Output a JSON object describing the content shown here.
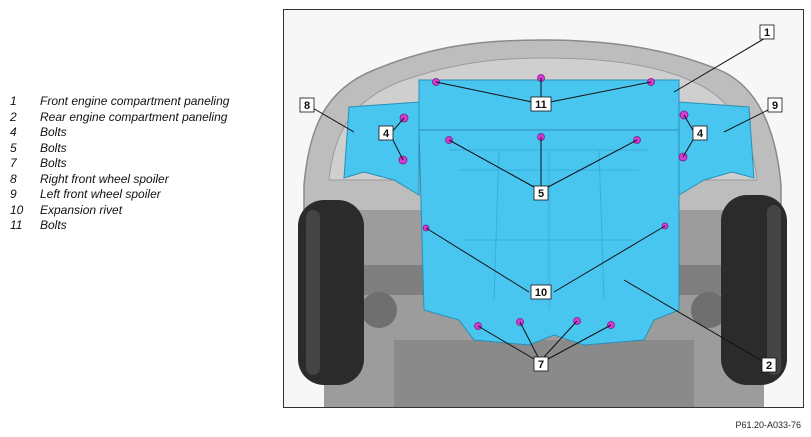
{
  "legend": [
    {
      "num": "1",
      "text": "Front engine compartment paneling"
    },
    {
      "num": "2",
      "text": "Rear engine compartment paneling"
    },
    {
      "num": "4",
      "text": "Bolts"
    },
    {
      "num": "5",
      "text": "Bolts"
    },
    {
      "num": "7",
      "text": "Bolts"
    },
    {
      "num": "8",
      "text": "Right front wheel spoiler"
    },
    {
      "num": "9",
      "text": "Left front wheel spoiler"
    },
    {
      "num": "10",
      "text": "Expansion rivet"
    },
    {
      "num": "11",
      "text": "Bolts"
    }
  ],
  "callouts": {
    "c1": "1",
    "c2": "2",
    "c4a": "4",
    "c4b": "4",
    "c5": "5",
    "c7": "7",
    "c8": "8",
    "c9": "9",
    "c10": "10",
    "c11": "11"
  },
  "figure_ref": "P61.20-A033-76",
  "colors": {
    "panel": "#49c6f0",
    "bolt": "#d63ad6",
    "tire": "#2b2b2b",
    "body": "#b9b9b9"
  }
}
